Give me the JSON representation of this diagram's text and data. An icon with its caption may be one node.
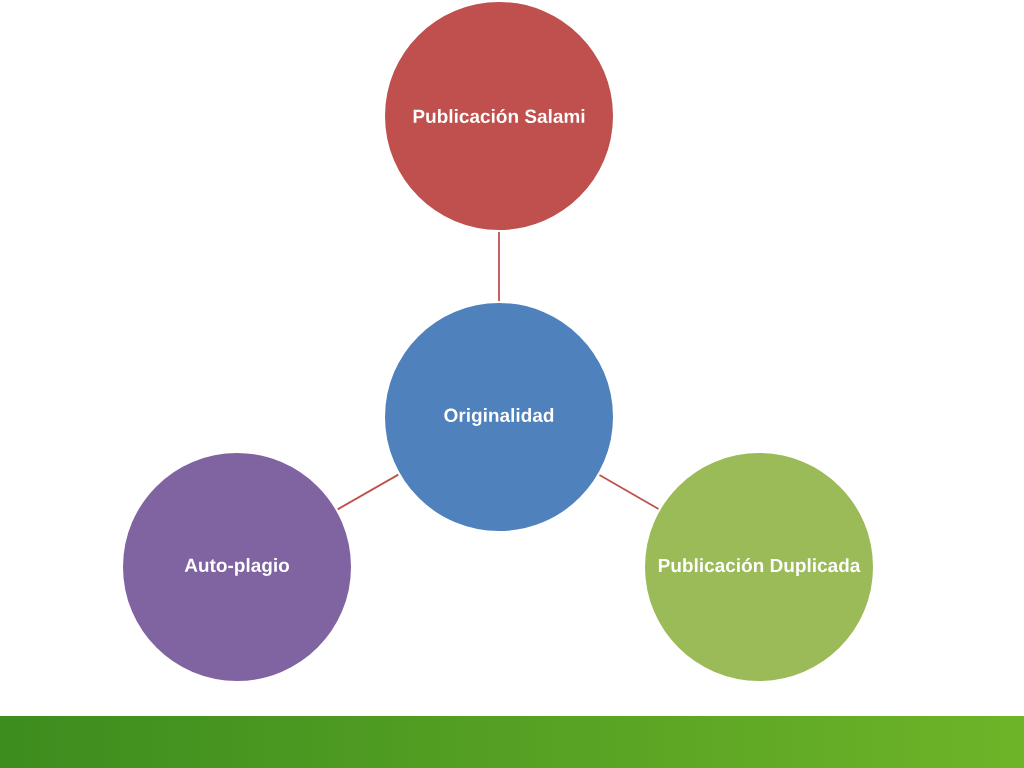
{
  "diagram": {
    "nodes": [
      {
        "text": [
          "Originalidad"
        ]
      },
      {
        "text": [
          "Publicación Salami"
        ]
      },
      {
        "text": [
          "Publicación Duplicada"
        ]
      },
      {
        "text": [
          "Auto-plagio"
        ]
      }
    ],
    "edges": [
      {
        "from": 0,
        "to": 1,
        "arrow": "none"
      },
      {
        "from": 0,
        "to": 2,
        "arrow": "none"
      },
      {
        "from": 0,
        "to": 3,
        "arrow": "none"
      }
    ]
  }
}
